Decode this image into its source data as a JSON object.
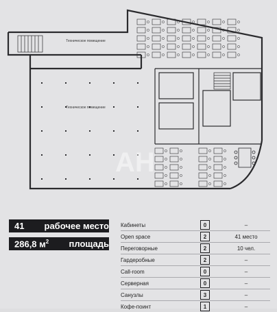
{
  "plan": {
    "room_labels": [
      "Техническое помещение",
      "Техническое помещение"
    ],
    "watermark": "AH"
  },
  "summary": {
    "workplaces": {
      "value": "41",
      "label": "рабочее место"
    },
    "area": {
      "value": "286,8 м",
      "unit_sup": "2",
      "label": "площадь"
    }
  },
  "table": {
    "rows": [
      {
        "name": "Кабинеты",
        "count": "0",
        "extra": "–"
      },
      {
        "name": "Open space",
        "count": "2",
        "extra": "41 место"
      },
      {
        "name": "Переговорные",
        "count": "2",
        "extra": "10 чел."
      },
      {
        "name": "Гардеробные",
        "count": "2",
        "extra": "–"
      },
      {
        "name": "Call-room",
        "count": "0",
        "extra": "–"
      },
      {
        "name": "Серверная",
        "count": "0",
        "extra": "–"
      },
      {
        "name": "Санузлы",
        "count": "3",
        "extra": "–"
      },
      {
        "name": "Кофе-поинт",
        "count": "1",
        "extra": "–"
      }
    ]
  },
  "colors": {
    "accent": "#1c1c1f",
    "background": "#e3e3e5",
    "wall": "#2a2a2d"
  }
}
